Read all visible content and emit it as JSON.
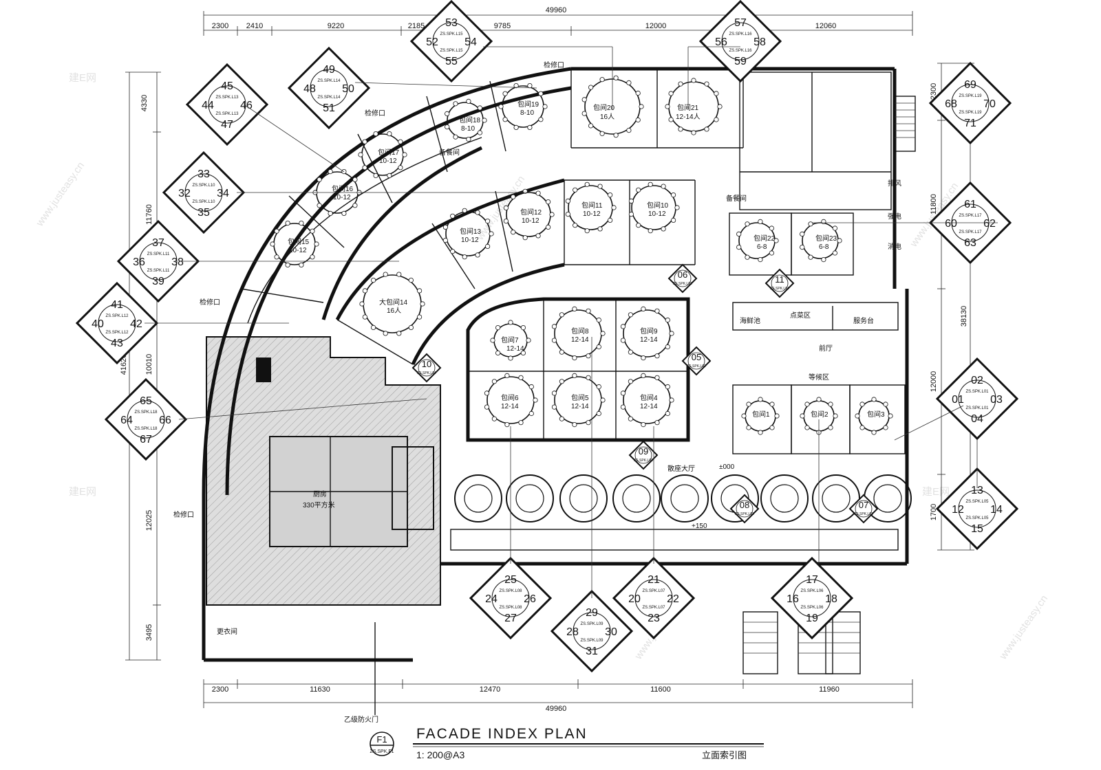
{
  "title_block": {
    "symbol": "F1",
    "symbol_code": "ZS.SPK.F1",
    "title": "FACADE INDEX PLAN",
    "scale": "1: 200@A3",
    "subtitle_cn": "立面索引图"
  },
  "dimensions": {
    "top_total": "49960",
    "top_segments": [
      "2300",
      "2410",
      "9220",
      "2185",
      "9785",
      "12000",
      "12060"
    ],
    "bottom_total": "49960",
    "bottom_segments": [
      "2300",
      "11630",
      "12470",
      "11600",
      "11960"
    ],
    "left": [
      "4330",
      "11760",
      "10010",
      "41620",
      "12025",
      "3495"
    ],
    "right": [
      "2300",
      "11800",
      "12000",
      "38130",
      "1700"
    ]
  },
  "rooms": [
    {
      "name": "包间20",
      "cap": "16人"
    },
    {
      "name": "包间21",
      "cap": "12-14人"
    },
    {
      "name": "包间19",
      "cap": "8-10"
    },
    {
      "name": "包间18",
      "cap": "8-10"
    },
    {
      "name": "包间17",
      "cap": "10-12"
    },
    {
      "name": "包间16",
      "cap": "10-12"
    },
    {
      "name": "包间15",
      "cap": "10-12"
    },
    {
      "name": "大包间14",
      "cap": "16人"
    },
    {
      "name": "包间13",
      "cap": "10-12"
    },
    {
      "name": "包间12",
      "cap": "10-12"
    },
    {
      "name": "包间11",
      "cap": "10-12"
    },
    {
      "name": "包间10",
      "cap": "10-12"
    },
    {
      "name": "包间22",
      "cap": "6-8"
    },
    {
      "name": "包间23",
      "cap": "6-8"
    },
    {
      "name": "包间7",
      "cap": "12-14"
    },
    {
      "name": "包间8",
      "cap": "12-14"
    },
    {
      "name": "包间9",
      "cap": "12-14"
    },
    {
      "name": "包间6",
      "cap": "12-14"
    },
    {
      "name": "包间5",
      "cap": "12-14"
    },
    {
      "name": "包间4",
      "cap": "12-14"
    },
    {
      "name": "包间1",
      "cap": ""
    },
    {
      "name": "包间2",
      "cap": ""
    },
    {
      "name": "包间3",
      "cap": ""
    }
  ],
  "labels": {
    "kitchen": "厨房",
    "kitchen_area": "330平方米",
    "service_access_1": "检修口",
    "service_access_2": "检修口",
    "service_access_3": "检修口",
    "service_access_4": "检修口",
    "hall": "散座大厅",
    "lobby": "前厅",
    "dessert": "点菜区",
    "service_desk": "服务台",
    "waiting": "等候区",
    "cloakroom": "更衣间",
    "storage": "备餐间",
    "pantry": "备餐间",
    "exhaust": "排风",
    "strong_elec": "强电",
    "fire": "消电",
    "fire_door": "乙级防火门",
    "elev_plus000": "±000",
    "elev_plus150": "+150",
    "water": "海鲜池"
  },
  "diamonds": [
    {
      "nums": [
        "53",
        "52",
        "54",
        "55"
      ],
      "code": "ZS.SPK.L15"
    },
    {
      "nums": [
        "57",
        "56",
        "58",
        "59"
      ],
      "code": "ZS.SPK.L16"
    },
    {
      "nums": [
        "49",
        "48",
        "50",
        "51"
      ],
      "code": "ZS.SPK.L14"
    },
    {
      "nums": [
        "45",
        "44",
        "46",
        "47"
      ],
      "code": "ZS.SPK.L13"
    },
    {
      "nums": [
        "33",
        "32",
        "34",
        "35"
      ],
      "code": "ZS.SPK.L10"
    },
    {
      "nums": [
        "37",
        "36",
        "38",
        "39"
      ],
      "code": "ZS.SPK.L11"
    },
    {
      "nums": [
        "41",
        "40",
        "42",
        "43"
      ],
      "code": "ZS.SPK.L12"
    },
    {
      "nums": [
        "65",
        "64",
        "66",
        "67"
      ],
      "code": "ZS.SPK.L18"
    },
    {
      "nums": [
        "69",
        "68",
        "70",
        "71"
      ],
      "code": "ZS.SPK.L19"
    },
    {
      "nums": [
        "61",
        "60",
        "62",
        "63"
      ],
      "code": "ZS.SPK.L17"
    },
    {
      "nums": [
        "02",
        "01",
        "03",
        "04"
      ],
      "code": "ZS.SPK.L01"
    },
    {
      "nums": [
        "13",
        "12",
        "14",
        "15"
      ],
      "code": "ZS.SPK.L05"
    },
    {
      "nums": [
        "25",
        "24",
        "26",
        "27"
      ],
      "code": "ZS.SPK.L08"
    },
    {
      "nums": [
        "29",
        "28",
        "30",
        "31"
      ],
      "code": "ZS.SPK.L09"
    },
    {
      "nums": [
        "21",
        "20",
        "22",
        "23"
      ],
      "code": "ZS.SPK.L07"
    },
    {
      "nums": [
        "17",
        "16",
        "18",
        "19"
      ],
      "code": "ZS.SPK.L06"
    }
  ],
  "markers": [
    {
      "num": "06",
      "code": "ZS.SPK.L02"
    },
    {
      "num": "11",
      "code": "ZS.SPK.L04"
    },
    {
      "num": "05",
      "code": "ZS.SPK.L02"
    },
    {
      "num": "10",
      "code": "ZS.SPK.L04"
    },
    {
      "num": "09",
      "code": "ZS.SPK.L03"
    },
    {
      "num": "08",
      "code": "ZS.SPK.L03"
    },
    {
      "num": "07",
      "code": "ZS.SPK.L03"
    }
  ],
  "watermark": {
    "site": "www.justeasy.cn",
    "brand": "建E网"
  }
}
